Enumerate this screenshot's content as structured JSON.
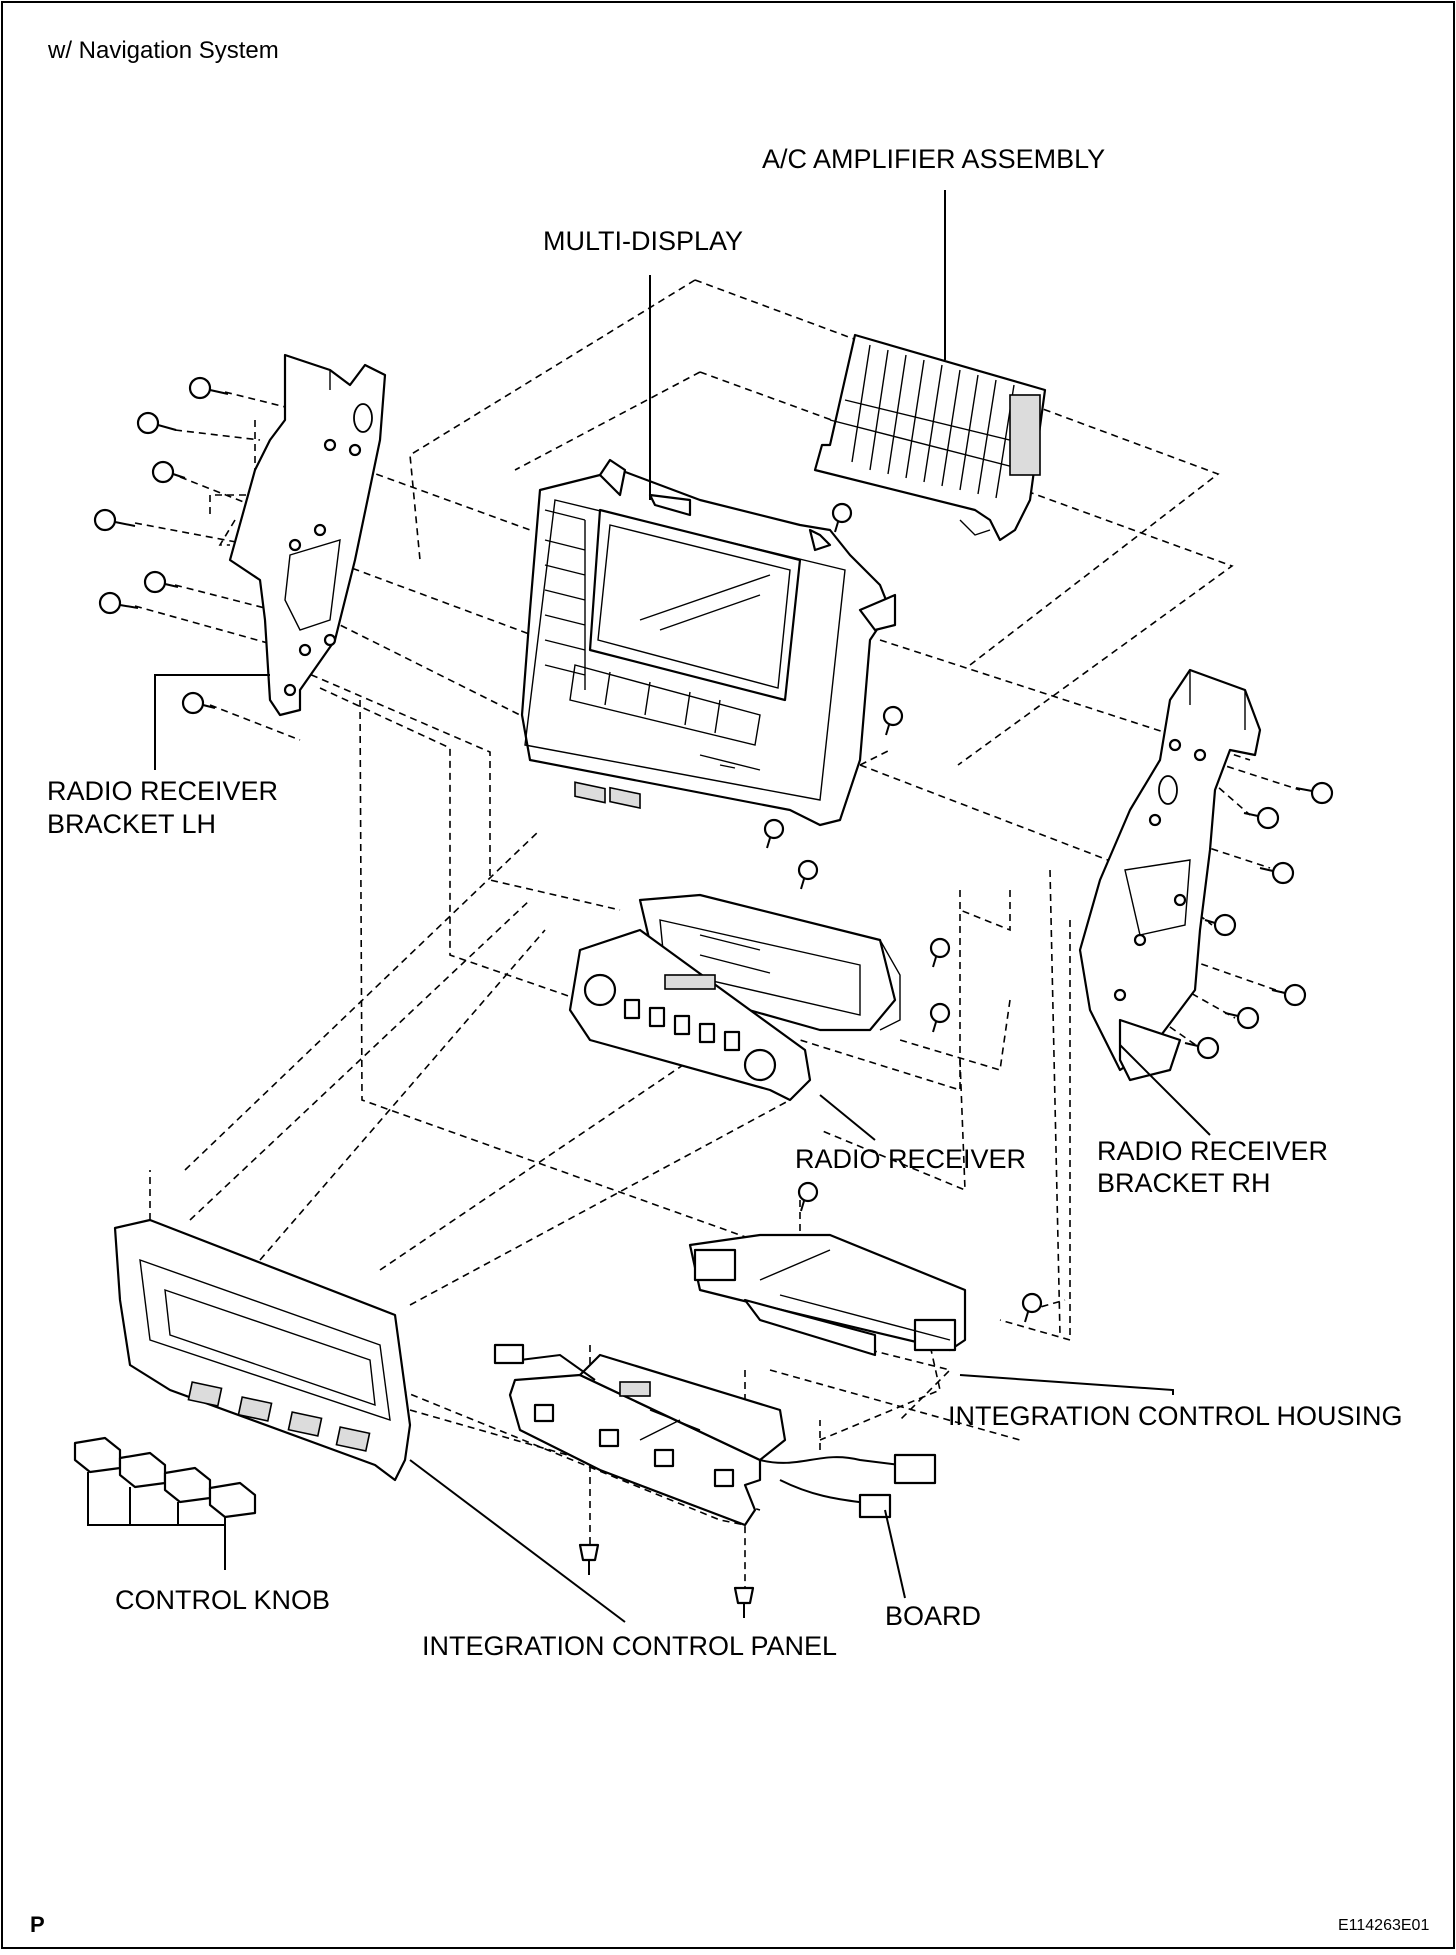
{
  "header": {
    "variant": "w/ Navigation System"
  },
  "footer": {
    "left_mark": "P",
    "figure_code": "E114263E01"
  },
  "labels": {
    "ac_amplifier": "A/C AMPLIFIER ASSEMBLY",
    "multi_display": "MULTI-DISPLAY",
    "bracket_lh_1": "RADIO RECEIVER",
    "bracket_lh_2": "BRACKET LH",
    "bracket_rh_1": "RADIO RECEIVER",
    "bracket_rh_2": "BRACKET RH",
    "radio_receiver": "RADIO RECEIVER",
    "integration_housing": "INTEGRATION CONTROL HOUSING",
    "control_knob": "CONTROL KNOB",
    "board": "BOARD",
    "integration_panel": "INTEGRATION CONTROL PANEL"
  }
}
